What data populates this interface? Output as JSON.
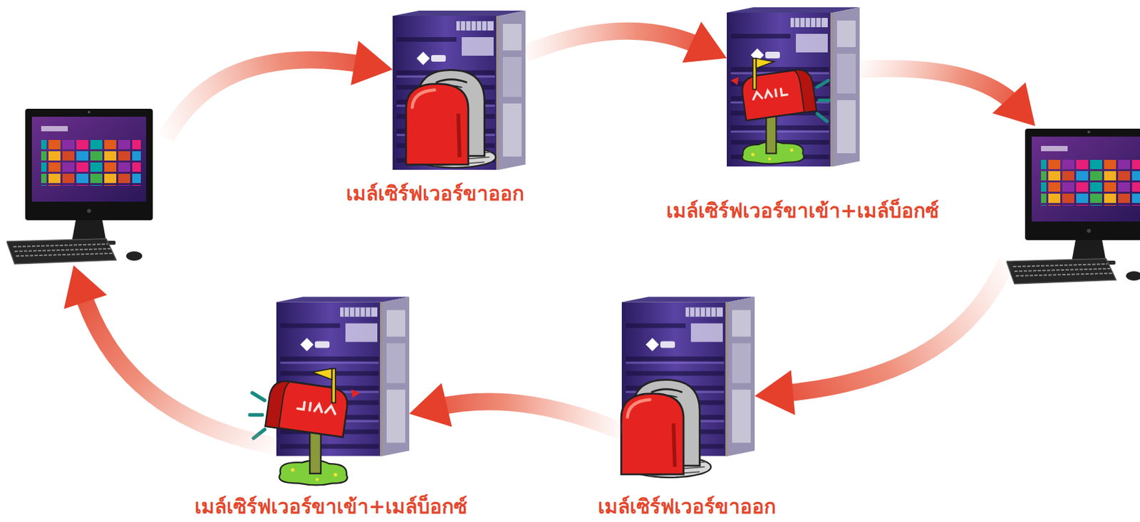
{
  "diagram": {
    "nodes": [
      {
        "text": []
      },
      {
        "text": [
          "เมล์เซิร์ฟเวอร์ขาออก"
        ]
      },
      {
        "text": [
          "เมล์เซิร์ฟเวอร์ขาเข้า+เมล์บ็อกซ์"
        ]
      },
      {
        "text": []
      },
      {
        "text": [
          "เมล์เซิร์ฟเวอร์ขาออก"
        ]
      },
      {
        "text": [
          "เมล์เซิร์ฟเวอร์ขาเข้า+เมล์บ็อกซ์"
        ]
      }
    ],
    "edges": [
      {
        "from": 0,
        "to": 1,
        "arrow": "to"
      },
      {
        "from": 1,
        "to": 2,
        "arrow": "to"
      },
      {
        "from": 2,
        "to": 3,
        "arrow": "to"
      },
      {
        "from": 3,
        "to": 4,
        "arrow": "to"
      },
      {
        "from": 4,
        "to": 5,
        "arrow": "to"
      },
      {
        "from": 5,
        "to": 0,
        "arrow": "to"
      }
    ]
  }
}
